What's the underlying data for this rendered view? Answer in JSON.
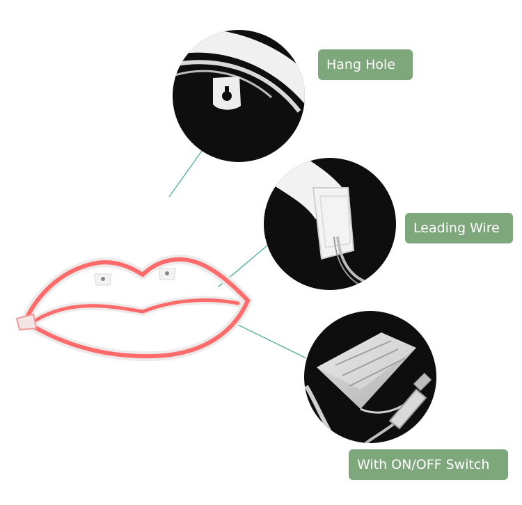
{
  "callouts": {
    "hang_hole": "Hang Hole",
    "leading_wire": "Leading Wire",
    "switch": "With ON/OFF Switch"
  },
  "colors": {
    "label_bg": "#7fa77c",
    "neon_red": "#ff5a5a",
    "leader_line": "#5fb5a0",
    "circle_bg": "#0e0e0e"
  }
}
